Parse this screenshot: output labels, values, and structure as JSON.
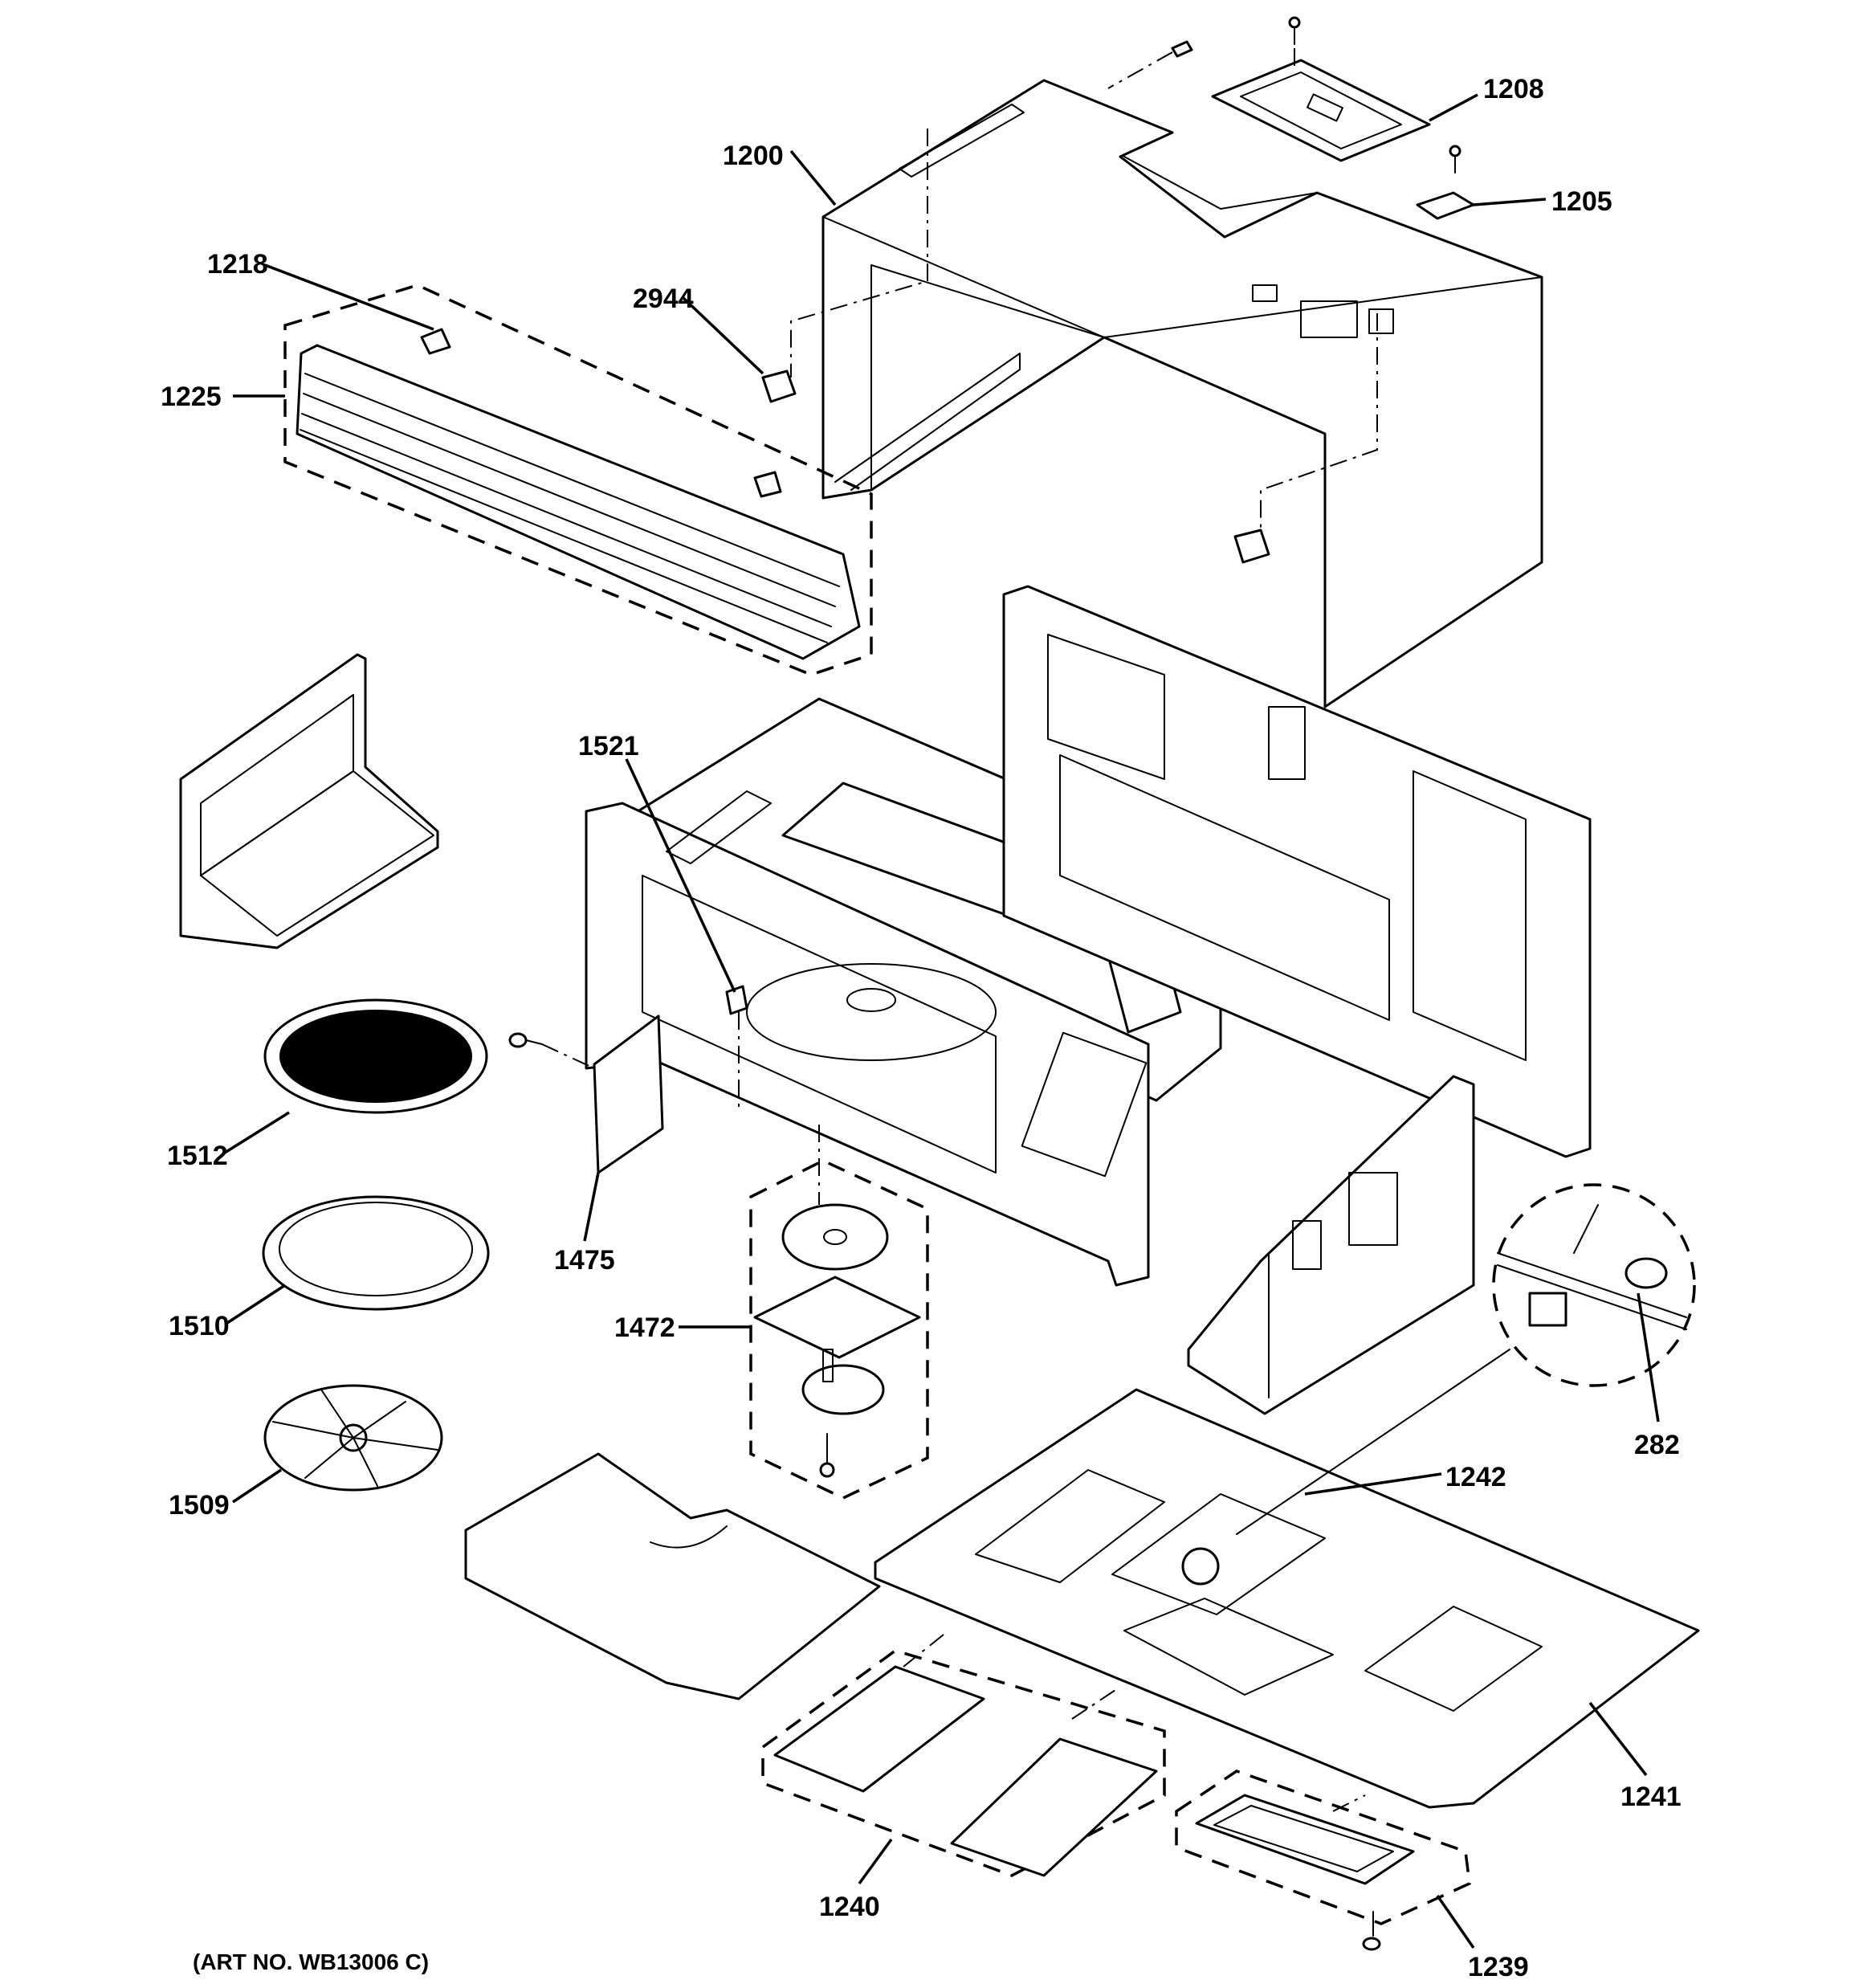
{
  "colors": {
    "ink": "#000000",
    "paper": "#ffffff",
    "mesh": "#000000"
  },
  "art_number": "(ART NO. WB13006 C)",
  "labels": {
    "p1200": "1200",
    "p1208": "1208",
    "p1205": "1205",
    "p1218": "1218",
    "p2944": "2944",
    "p1225": "1225",
    "p1521": "1521",
    "p1512": "1512",
    "p1475": "1475",
    "p1510": "1510",
    "p1472": "1472",
    "p1509": "1509",
    "p282": "282",
    "p1242": "1242",
    "p1241": "1241",
    "p1240": "1240",
    "p1239": "1239"
  }
}
